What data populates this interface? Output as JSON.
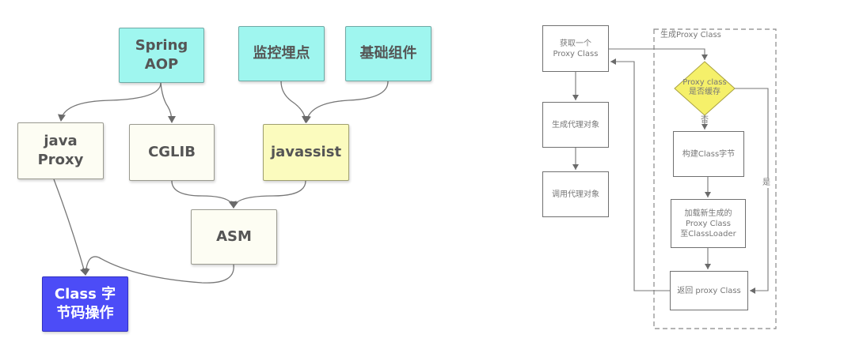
{
  "left": {
    "nodes": {
      "spring_aop": "Spring\nAOP",
      "monitor": "监控埋点",
      "base_component": "基础组件",
      "java_proxy": "java\nProxy",
      "cglib": "CGLIB",
      "javassist": "javassist",
      "asm": "ASM",
      "class_bytecode": "Class 字\n节码操作"
    }
  },
  "right": {
    "group_label": "生成Proxy Class",
    "nodes": {
      "get_proxy": "获取一个\nProxy Class",
      "gen_obj": "生成代理对象",
      "call_obj": "调用代理对象",
      "cache_check": "Proxy class\n是否缓存",
      "build_bytes": "构建Class字节",
      "load_class": "加载新生成的\nProxy Class\n至ClassLoader",
      "return_class": "返回 proxy Class"
    },
    "edge_labels": {
      "no": "否",
      "yes": "是"
    }
  },
  "colors": {
    "cyan": "#9ff6ef",
    "cream": "#fdfdf3",
    "yellow": "#fbfbbe",
    "blue": "#4c4cf7",
    "diamond": "#f5f06a",
    "line": "#777777"
  }
}
